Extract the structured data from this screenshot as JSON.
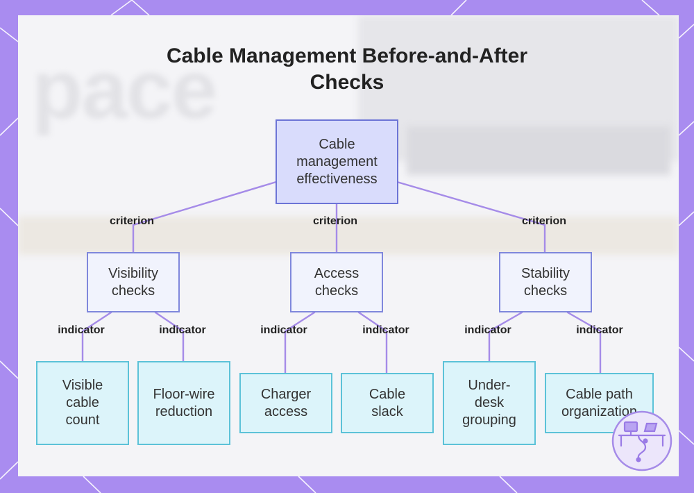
{
  "title": "Cable Management Before-and-After Checks",
  "root": {
    "label": "Cable management effectiveness"
  },
  "edge_labels": {
    "criterion": "criterion",
    "indicator": "indicator"
  },
  "criteria": [
    {
      "label": "Visibility checks",
      "indicators": [
        "Visible cable count",
        "Floor-wire reduction"
      ]
    },
    {
      "label": "Access checks",
      "indicators": [
        "Charger access",
        "Cable slack"
      ]
    },
    {
      "label": "Stability checks",
      "indicators": [
        "Under-desk grouping",
        "Cable path organization"
      ]
    }
  ],
  "background_text": "pace",
  "colors": {
    "frame": "#a98cf0",
    "connector": "#a58be8",
    "root_fill": "#d9dcfc",
    "root_border": "#6c74d6",
    "criterion_fill": "#f1f3fd",
    "indicator_fill": "#dcf4fa",
    "indicator_border": "#5cc2d8"
  },
  "icons": [
    "workspace-logo-icon"
  ]
}
